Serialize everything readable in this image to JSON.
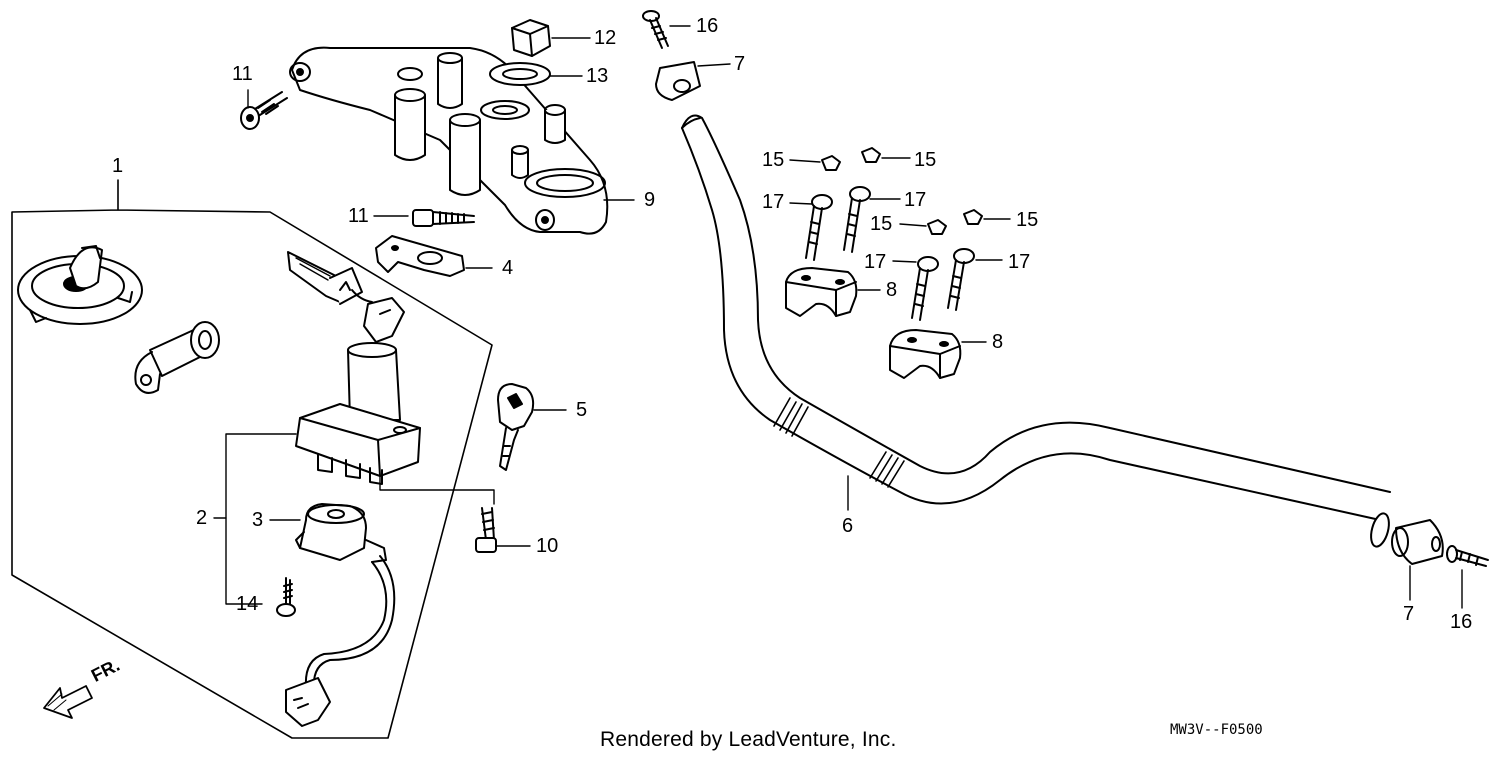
{
  "callouts": {
    "c1": "1",
    "c2": "2",
    "c3": "3",
    "c4": "4",
    "c5": "5",
    "c6": "6",
    "c7a": "7",
    "c7b": "7",
    "c8a": "8",
    "c8b": "8",
    "c9": "9",
    "c10": "10",
    "c11a": "11",
    "c11b": "11",
    "c12": "12",
    "c13": "13",
    "c14": "14",
    "c15a": "15",
    "c15b": "15",
    "c15c": "15",
    "c15d": "15",
    "c16a": "16",
    "c16b": "16",
    "c17a": "17",
    "c17b": "17",
    "c17c": "17",
    "c17d": "17"
  },
  "front_marker": "FR.",
  "credit": "Rendered by LeadVenture, Inc.",
  "diagram_code": "MW3V--F0500",
  "colors": {
    "ink": "#000000",
    "paper": "#ffffff"
  }
}
